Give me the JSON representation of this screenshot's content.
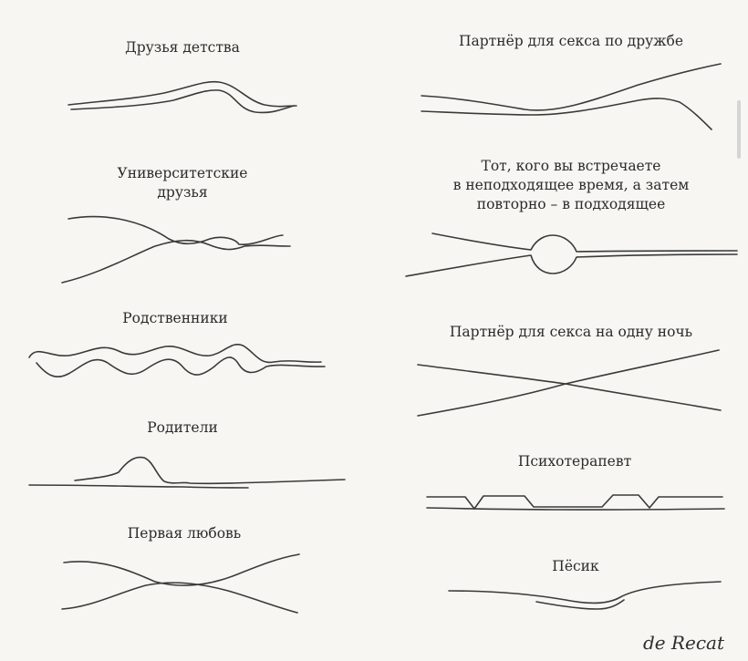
{
  "left_column": {
    "childhood_friends": "Друзья детства",
    "university_friends": [
      "Университетские",
      "друзья"
    ],
    "relatives": "Родственники",
    "parents": "Родители",
    "first_love": "Первая любовь"
  },
  "right_column": {
    "fwb": "Партнёр для секса по дружбе",
    "wrong_then_right_time": [
      "Тот, кого вы встречаете",
      "в неподходящее время, а затем",
      "повторно – в подходящее"
    ],
    "one_night_stand": "Партнёр для секса на одну ночь",
    "therapist": "Психотерапевт",
    "dog": "Пёсик"
  },
  "signature": "de Recat",
  "colors": {
    "background": "#f7f6f2",
    "line": "#3a3a3a",
    "text": "#2b2b2b"
  }
}
